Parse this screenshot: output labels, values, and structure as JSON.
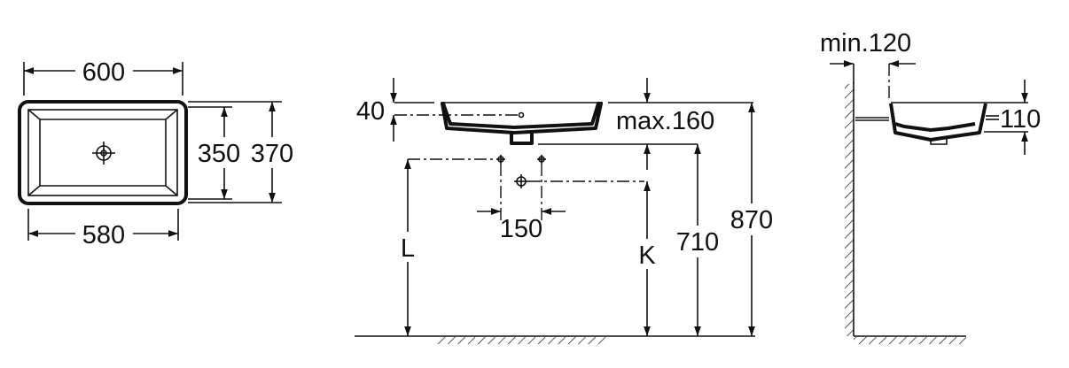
{
  "top_view": {
    "width_outer": "600",
    "width_inner": "580",
    "depth_inner": "350",
    "depth_outer": "370"
  },
  "front_view": {
    "rim_height": "40",
    "max_label": "max.160",
    "tap_spacing": "150",
    "height_L": "L",
    "height_K": "K",
    "height_710": "710",
    "height_870": "870"
  },
  "side_view": {
    "wall_clearance": "min.120",
    "basin_height": "110"
  }
}
